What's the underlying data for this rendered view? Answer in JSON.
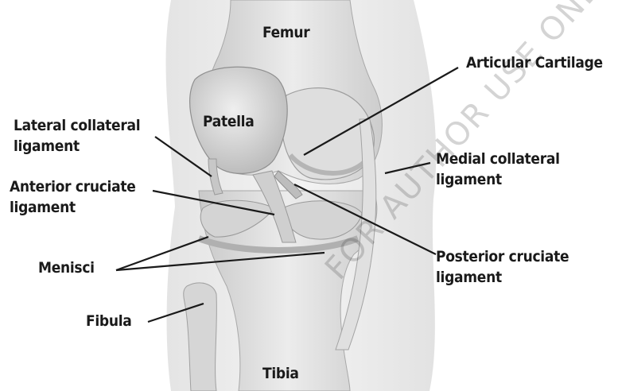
{
  "labels": {
    "femur": "Femur",
    "patella": "Patella",
    "tibia": "Tibia",
    "articular_cartilage": "Articular Cartilage",
    "lateral_collateral_1": "Lateral collateral",
    "lateral_collateral_2": "ligament",
    "medial_collateral_1": "Medial collateral",
    "medial_collateral_2": "ligament",
    "anterior_cruciate_1": "Anterior cruciate",
    "anterior_cruciate_2": "ligament",
    "posterior_cruciate_1": "Posterior cruciate",
    "posterior_cruciate_2": "ligament",
    "menisci": "Menisci",
    "fibula": "Fibula"
  },
  "watermark": "FOR AUTHOR USE ONLY"
}
